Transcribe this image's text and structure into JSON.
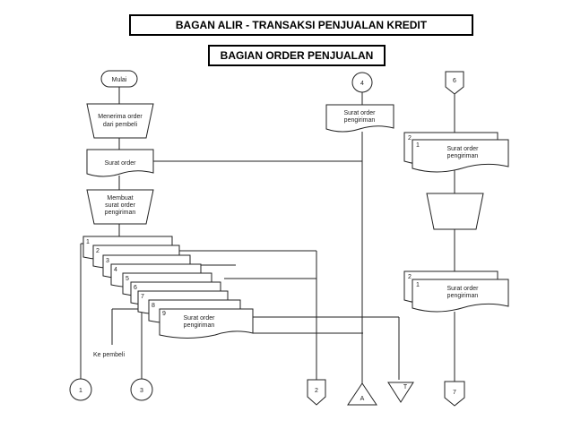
{
  "header": {
    "title": "BAGAN ALIR - TRANSAKSI PENJUALAN KREDIT",
    "subtitle": "BAGIAN ORDER PENJUALAN"
  },
  "flow": {
    "start": "Mulai",
    "process_receive": [
      "Menerima order",
      "dari pembeli"
    ],
    "doc_order": "Surat order",
    "process_make": [
      "Membuat",
      "surat order",
      "pengiriman"
    ],
    "copies": [
      "1",
      "2",
      "3",
      "4",
      "5",
      "6",
      "7",
      "8",
      "9"
    ],
    "copy_stack_label": [
      "Surat order",
      "pengiriman"
    ],
    "to_buyer": "Ke pembeli",
    "connector_4": "4",
    "doc_shipping": [
      "Surat order",
      "pengiriman"
    ],
    "connector_6": "6",
    "right_stack_top": {
      "copies": [
        "2",
        "1"
      ],
      "label": [
        "Surat order",
        "pengiriman"
      ]
    },
    "right_stack_bottom": {
      "copies": [
        "2",
        "1"
      ],
      "label": [
        "Surat order",
        "pengiriman"
      ]
    },
    "end_1": "1",
    "end_3": "3",
    "end_2": "2",
    "end_A": "A",
    "end_T": "T",
    "end_7": "7"
  }
}
